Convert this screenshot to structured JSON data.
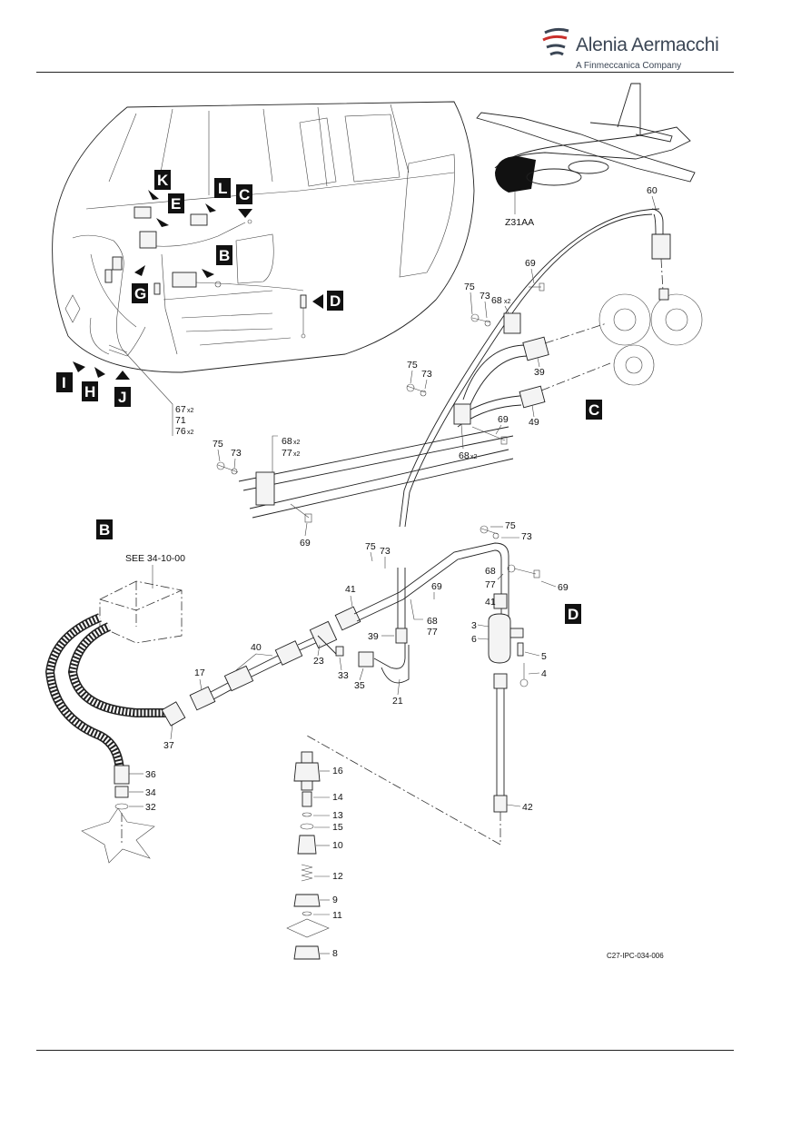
{
  "header": {
    "brand_name": "Alenia Aermacchi",
    "brand_sub": "A Finmeccanica Company"
  },
  "figure": {
    "locator_label": "Z31AA",
    "see_ref": "SEE 34-10-00",
    "figure_code": "C27-IPC-034-006",
    "view_letters": [
      "K",
      "E",
      "L",
      "C",
      "B",
      "G",
      "D",
      "I",
      "H",
      "J"
    ],
    "detail_labels": {
      "b": "B",
      "c": "C",
      "d": "D"
    },
    "callouts": {
      "c60": "60",
      "c69a": "69",
      "c75a": "75",
      "c73a": "73",
      "c68a": "68",
      "c39a": "39",
      "c75b": "75",
      "c73b": "73",
      "c69b": "69",
      "c49": "49",
      "c68b": "68",
      "c67": "67",
      "c71": "71",
      "c76": "76",
      "c68c": "68",
      "c77a": "77",
      "c75c": "75",
      "c73c": "73",
      "c69c": "69",
      "c75d": "75",
      "c73d": "73",
      "c69d": "69",
      "c41a": "41",
      "c68d": "68",
      "c77b": "77",
      "c39b": "39",
      "c40": "40",
      "c23": "23",
      "c33": "33",
      "c35": "35",
      "c21": "21",
      "c17": "17",
      "c37": "37",
      "c36": "36",
      "c34": "34",
      "c32": "32",
      "c75e": "75",
      "c73e": "73",
      "c68e": "68",
      "c77c": "77",
      "c69e": "69",
      "c41b": "41",
      "c3": "3",
      "c6": "6",
      "c5": "5",
      "c4": "4",
      "c42": "42",
      "c16": "16",
      "c14": "14",
      "c13": "13",
      "c15": "15",
      "c10": "10",
      "c12": "12",
      "c9": "9",
      "c11": "11",
      "c8": "8"
    },
    "qty": {
      "x2": "x2"
    }
  },
  "colors": {
    "ink": "#111111",
    "brand": "#3b4655",
    "brand_accent": "#c9302c"
  }
}
